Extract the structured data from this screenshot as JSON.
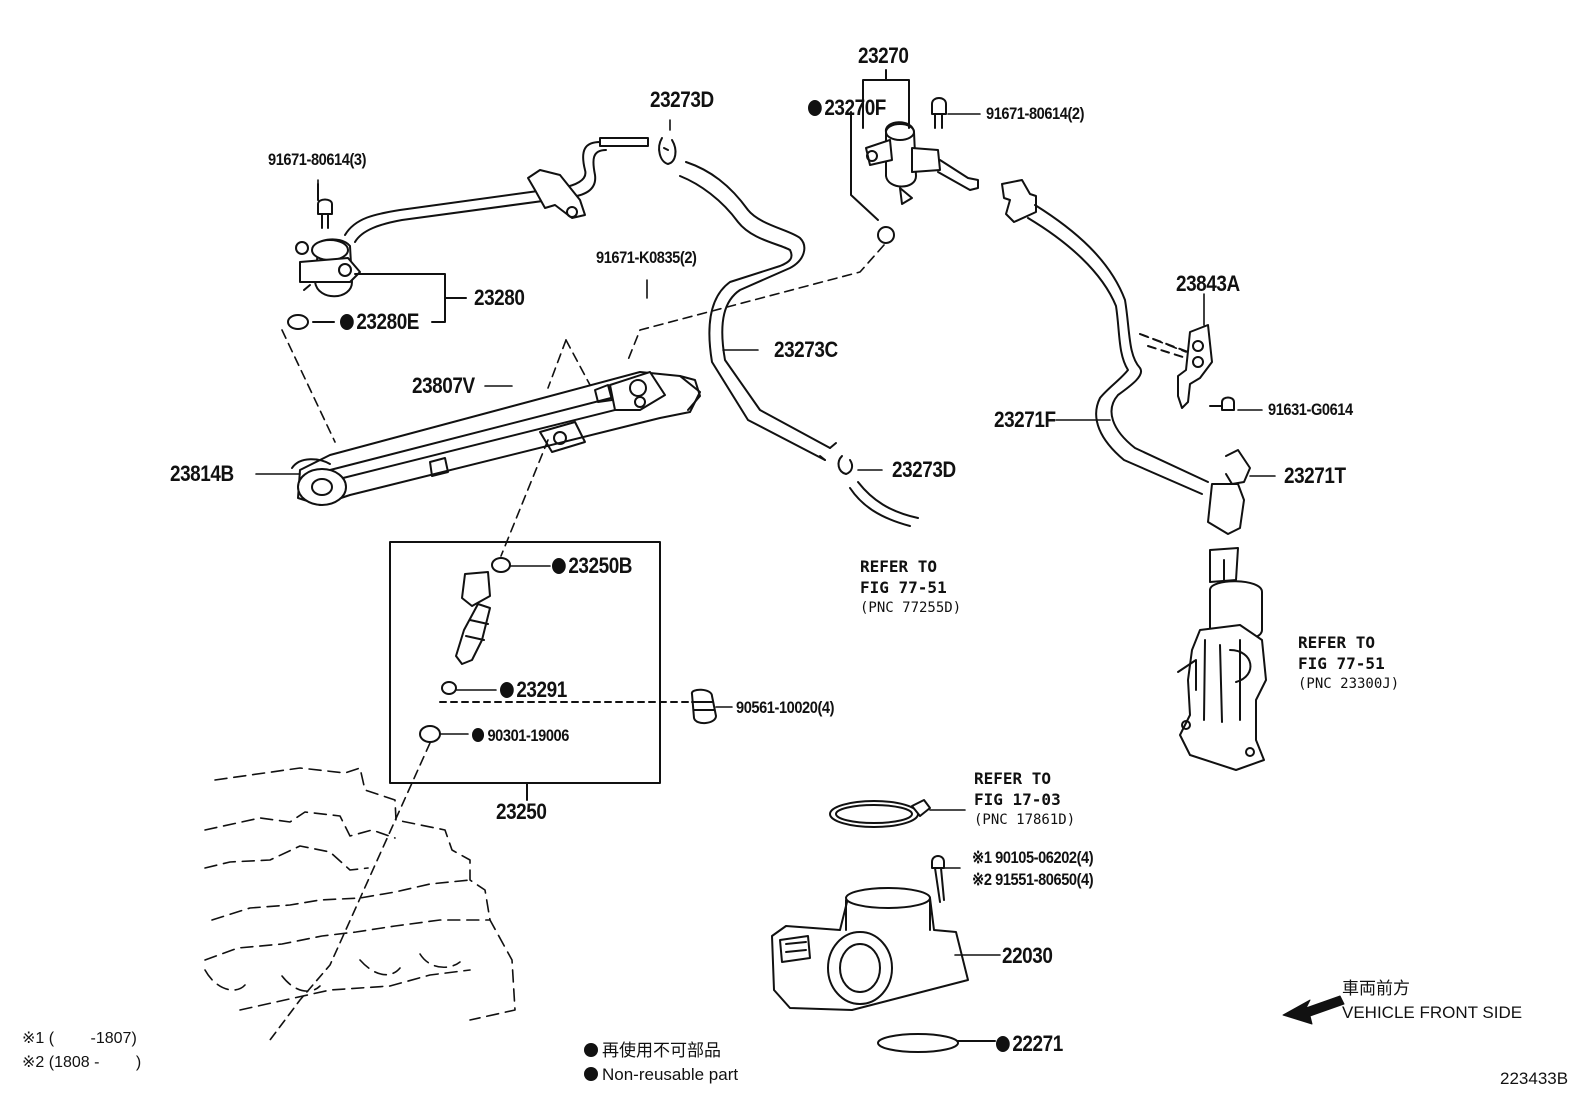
{
  "labels": {
    "p23270": "23270",
    "p23273D_top": "23273D",
    "p23270F": "23270F",
    "p91671_80614_2": "91671-80614(2)",
    "p91671_80614_3": "91671-80614(3)",
    "p91671_K0835_2": "91671-K0835(2)",
    "p23280": "23280",
    "p23280E": "23280E",
    "p23807V": "23807V",
    "p23273C": "23273C",
    "p23843A": "23843A",
    "p91631_G0614": "91631-G0614",
    "p23271F": "23271F",
    "p23814B": "23814B",
    "p23273D_bottom": "23273D",
    "p23271T": "23271T",
    "p23250B": "23250B",
    "p23291": "23291",
    "p90561": "90561-10020(4)",
    "p90301": "90301-19006",
    "p23250": "23250",
    "p22030": "22030",
    "p22271": "22271",
    "p90105": "※1 90105-06202(4)",
    "p91551": "※2 91551-80650(4)"
  },
  "refs": {
    "ref1": {
      "line1": "REFER TO",
      "line2": "FIG 77-51",
      "line3": "(PNC 77255D)"
    },
    "ref2": {
      "line1": "REFER TO",
      "line2": "FIG 77-51",
      "line3": "(PNC 23300J)"
    },
    "ref3": {
      "line1": "REFER TO",
      "line2": "FIG 17-03",
      "line3": "(PNC 17861D)"
    }
  },
  "footnotes": {
    "note1": "※1 (　　 -1807)",
    "note2": "※2 (1808 -　　 )"
  },
  "legend": {
    "jp": "再使用不可部品",
    "en": "Non-reusable part"
  },
  "direction": {
    "jp": "車両前方",
    "en": "VEHICLE FRONT SIDE"
  },
  "figure_id": "223433B"
}
